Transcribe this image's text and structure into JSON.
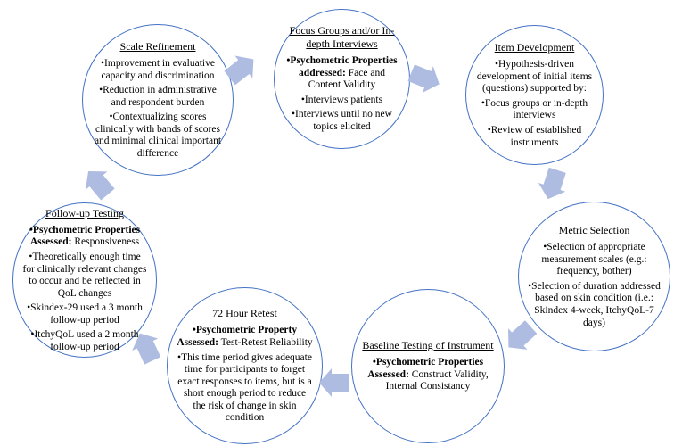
{
  "figure": {
    "type": "cycle-diagram",
    "background": "#ffffff",
    "circle_border_color": "#4472c4",
    "arrow_color": "#aebce2"
  },
  "circles": [
    {
      "id": "focus-groups",
      "title": "Focus Groups and/or In-depth Interviews",
      "bullets": [
        {
          "bold": "•Psychometric Properties addressed:",
          "text": " Face and Content Validity"
        },
        {
          "bold": "",
          "text": "•Interviews patients"
        },
        {
          "bold": "",
          "text": "•Interviews until no new topics elicited"
        }
      ]
    },
    {
      "id": "item-development",
      "title": "Item Development",
      "bullets": [
        {
          "bold": "",
          "text": "•Hypothesis-driven development of initial items (questions) supported by:"
        },
        {
          "bold": "",
          "text": "•Focus groups or in-depth interviews"
        },
        {
          "bold": "",
          "text": "•Review of established instruments"
        }
      ]
    },
    {
      "id": "metric-selection",
      "title": "Metric Selection",
      "bullets": [
        {
          "bold": "",
          "text": "•Selection of appropriate measurement scales (e.g.: frequency, bother)"
        },
        {
          "bold": "",
          "text": "•Selection of duration addressed based on skin condition (i.e.: Skindex 4-week, ItchyQoL-7 days)"
        }
      ]
    },
    {
      "id": "baseline-testing",
      "title": "Baseline Testing of Instrument",
      "bullets": [
        {
          "bold": "•Psychometric Properties Assessed:",
          "text": " Construct Validity, Internal Consistancy"
        }
      ]
    },
    {
      "id": "72-hour-retest",
      "title": "72 Hour Retest",
      "bullets": [
        {
          "bold": "•Psychometric Property Assessed:",
          "text": " Test-Retest Reliability"
        },
        {
          "bold": "",
          "text": "•This time period gives adequate time for participants to forget exact responses to items, but is a short enough period to reduce the risk of change in skin condition"
        }
      ]
    },
    {
      "id": "follow-up-testing",
      "title": "Follow-up Testing",
      "bullets": [
        {
          "bold": "•Psychometric Properties Assessed:",
          "text": " Responsiveness"
        },
        {
          "bold": "",
          "text": "•Theoretically enough time for clinically relevant changes to occur and be reflected in QoL changes"
        },
        {
          "bold": "",
          "text": "•Skindex-29 used a 3 month follow-up period"
        },
        {
          "bold": "",
          "text": "•ItchyQoL used a 2 month follow-up period"
        }
      ]
    },
    {
      "id": "scale-refinement",
      "title": "Scale Refinement",
      "bullets": [
        {
          "bold": "",
          "text": "•Improvement in evaluative capacity and discrimination"
        },
        {
          "bold": "",
          "text": "•Reduction in administrative and respondent burden"
        },
        {
          "bold": "",
          "text": "•Contextualizing scores clinically with bands of scores and minimal clinical important difference"
        }
      ]
    }
  ],
  "arrows": [
    {
      "from": "scale-refinement",
      "to": "focus-groups",
      "direction": "up-right"
    },
    {
      "from": "focus-groups",
      "to": "item-development",
      "direction": "right-down"
    },
    {
      "from": "item-development",
      "to": "metric-selection",
      "direction": "down"
    },
    {
      "from": "metric-selection",
      "to": "baseline-testing",
      "direction": "down-left"
    },
    {
      "from": "baseline-testing",
      "to": "72-hour-retest",
      "direction": "left"
    },
    {
      "from": "72-hour-retest",
      "to": "follow-up-testing",
      "direction": "up-left"
    },
    {
      "from": "follow-up-testing",
      "to": "scale-refinement",
      "direction": "up-left"
    }
  ]
}
